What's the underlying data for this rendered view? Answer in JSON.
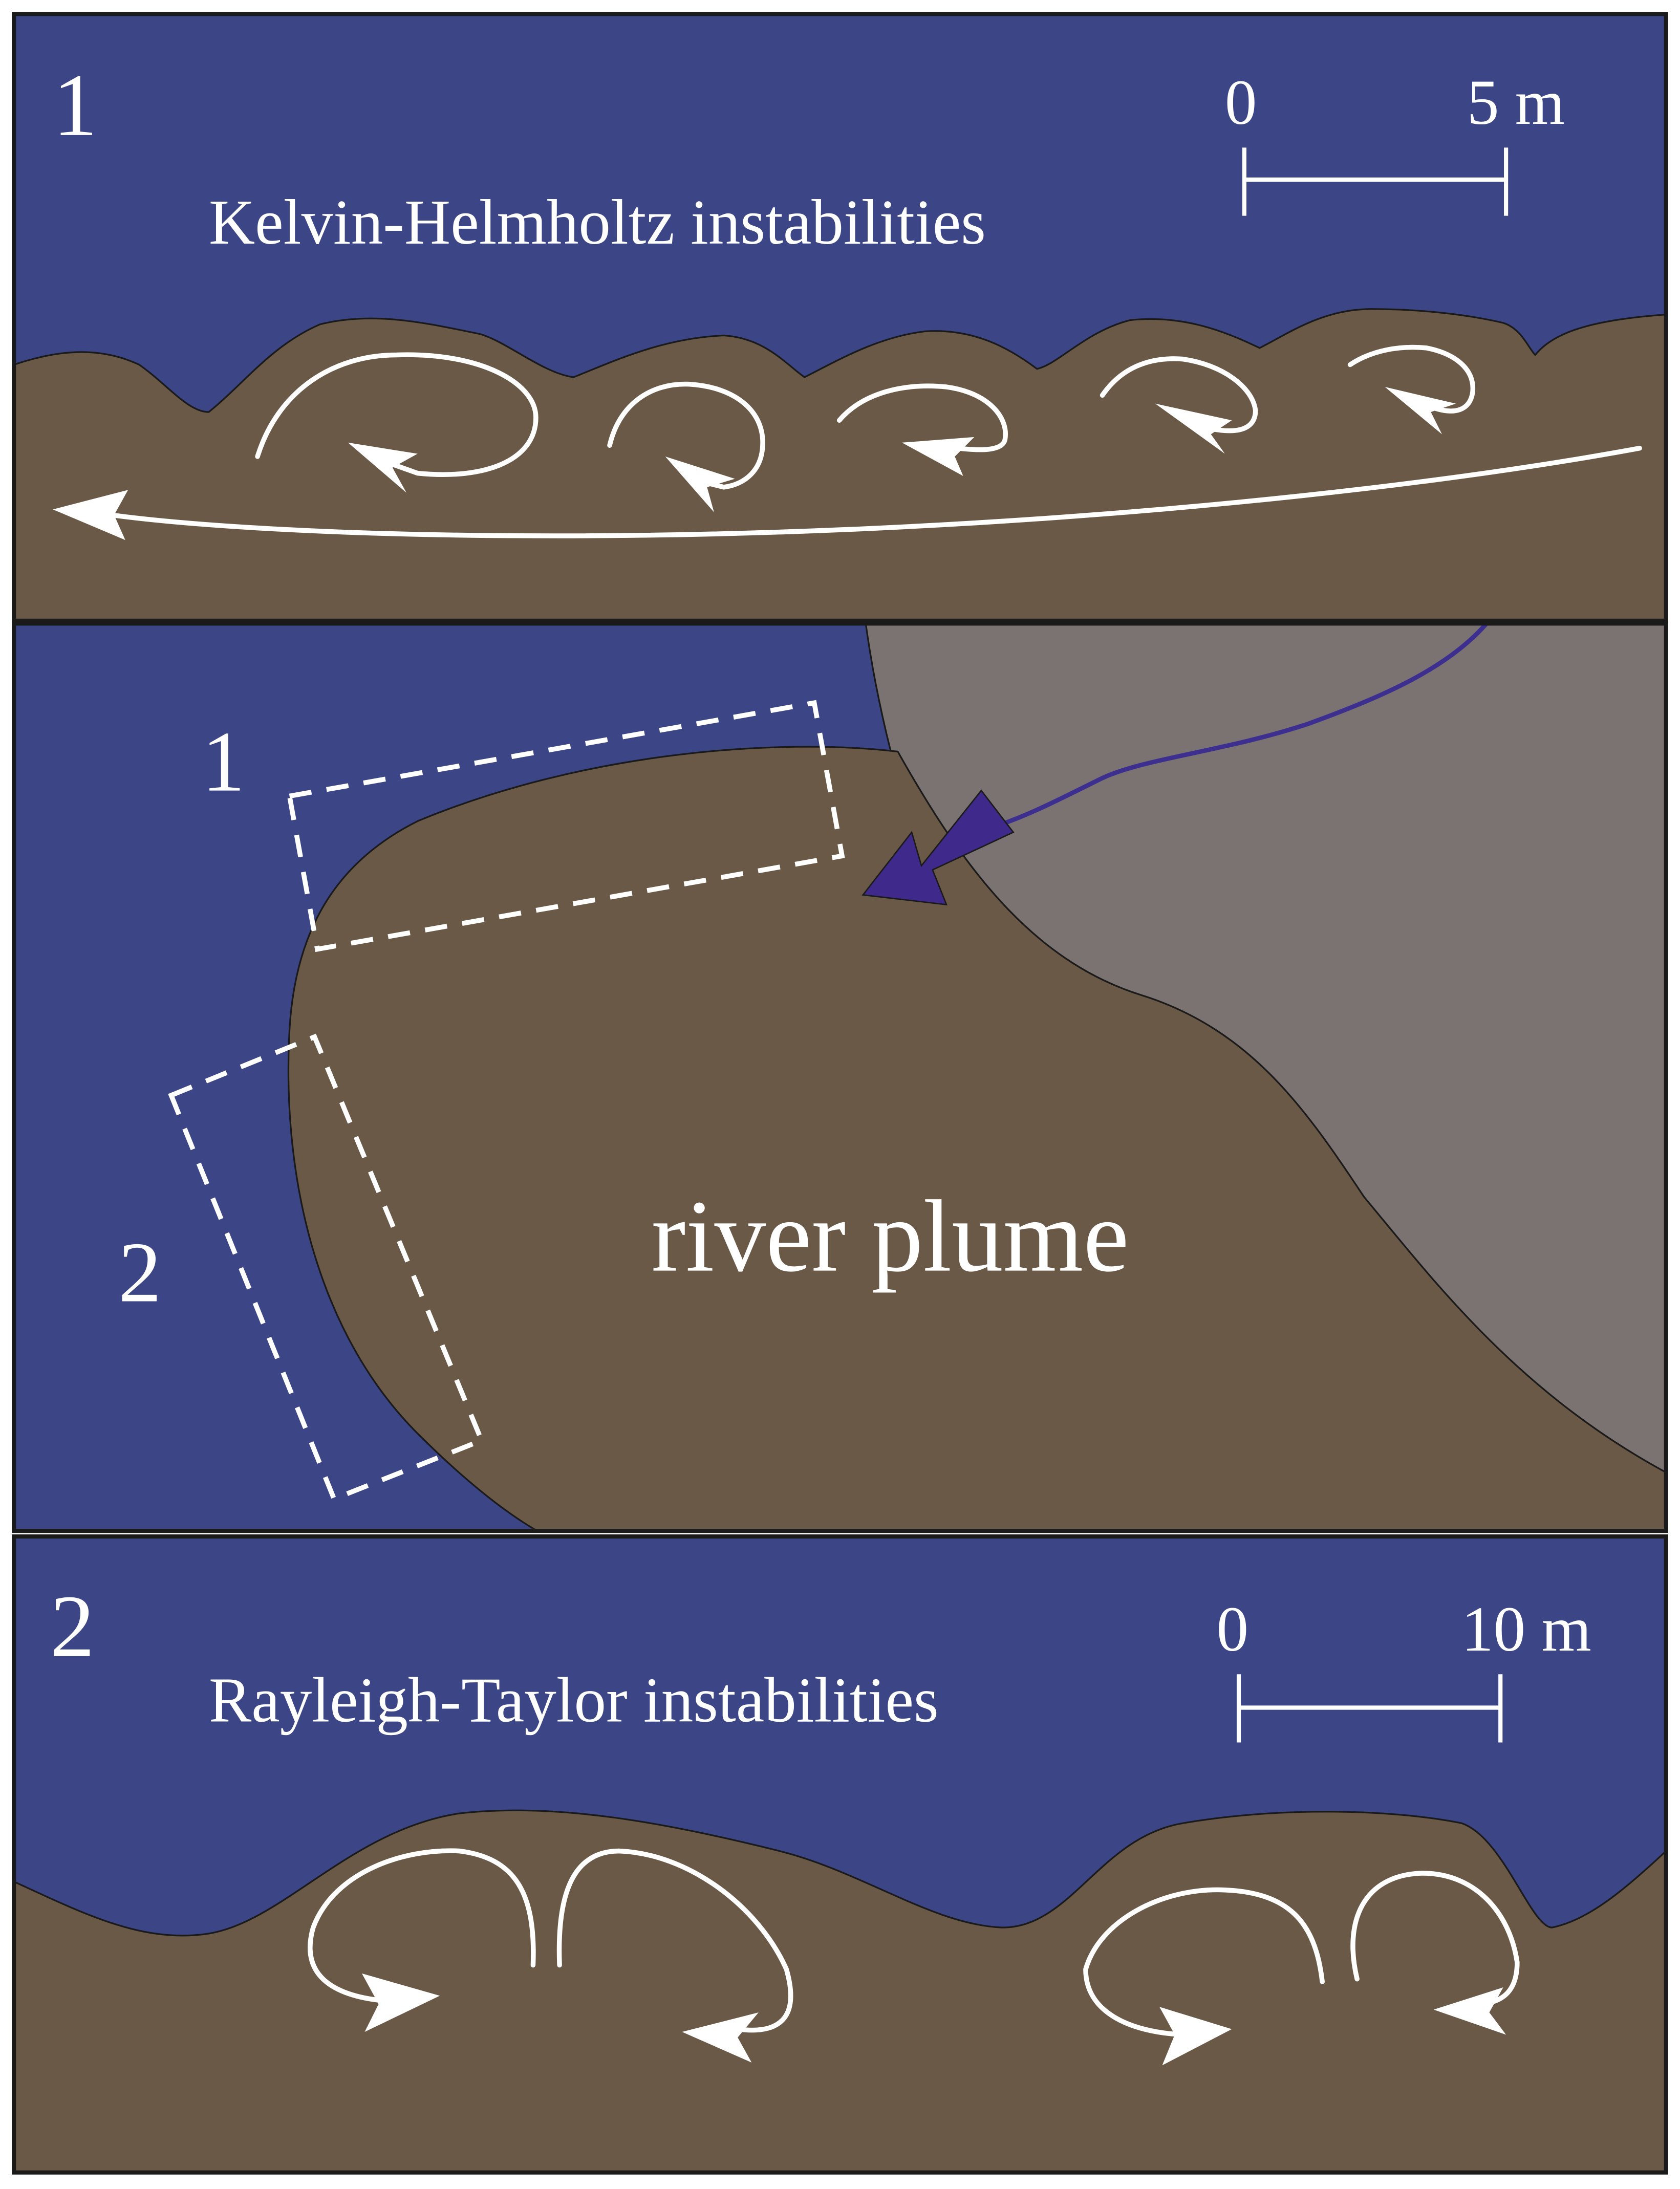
{
  "colors": {
    "water": "#3C4586",
    "plume": "#6A5946",
    "land": "#7B7371",
    "flow": "#FFFFFF",
    "river_line": "#3D2F8F",
    "river_arrow": "#3F2A8C",
    "border": "#1A1A1A"
  },
  "panel_top": {
    "number": "1",
    "title": "Kelvin-Helmholtz instabilities",
    "scale": {
      "zero": "0",
      "max": "5 m"
    }
  },
  "panel_middle": {
    "box1_label": "1",
    "box2_label": "2",
    "plume_label": "river plume"
  },
  "panel_bottom": {
    "number": "2",
    "title": "Rayleigh-Taylor instabilities",
    "scale": {
      "zero": "0",
      "max": "10 m"
    }
  },
  "icons": [
    "flow-arrow-icon",
    "river-direction-arrow-icon"
  ]
}
